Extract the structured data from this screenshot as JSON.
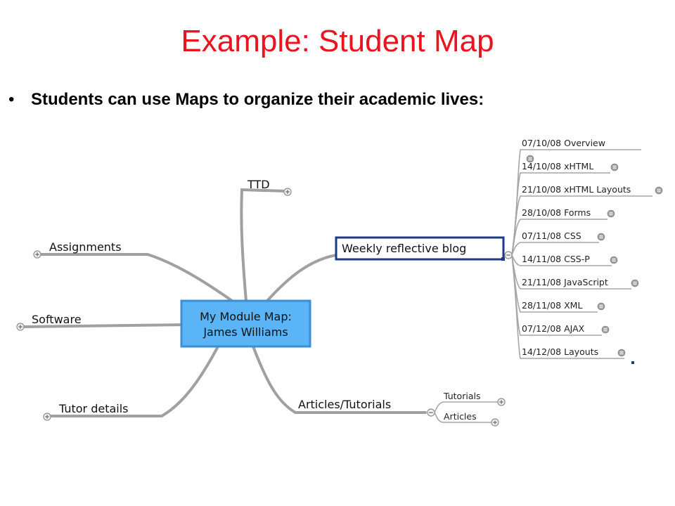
{
  "slide": {
    "title": "Example: Student Map",
    "bullet": "Students can use Maps to organize their academic lives:"
  },
  "mindmap": {
    "central": {
      "line1": "My Module Map:",
      "line2": "James Williams"
    },
    "branches": {
      "ttd": "TTD",
      "assignments": "Assignments",
      "software": "Software",
      "tutor_details": "Tutor details",
      "weekly_blog": "Weekly reflective blog",
      "articles_tutorials": "Articles/Tutorials"
    },
    "blog_entries": [
      "07/10/08 Overview",
      "14/10/08 xHTML",
      "21/10/08 xHTML Layouts",
      "28/10/08 Forms",
      "07/11/08 CSS",
      "14/11/08 CSS-P",
      "21/11/08 JavaScript",
      "28/11/08 XML",
      "07/12/08 AJAX",
      "14/12/08 Layouts"
    ],
    "articles_children": [
      "Tutorials",
      "Articles"
    ]
  },
  "colors": {
    "title": "#e8141e",
    "central_fill": "#5ab4f5",
    "central_border": "#3a8fd6",
    "blog_border": "#1c3a8a",
    "connector": "#a0a0a0"
  }
}
